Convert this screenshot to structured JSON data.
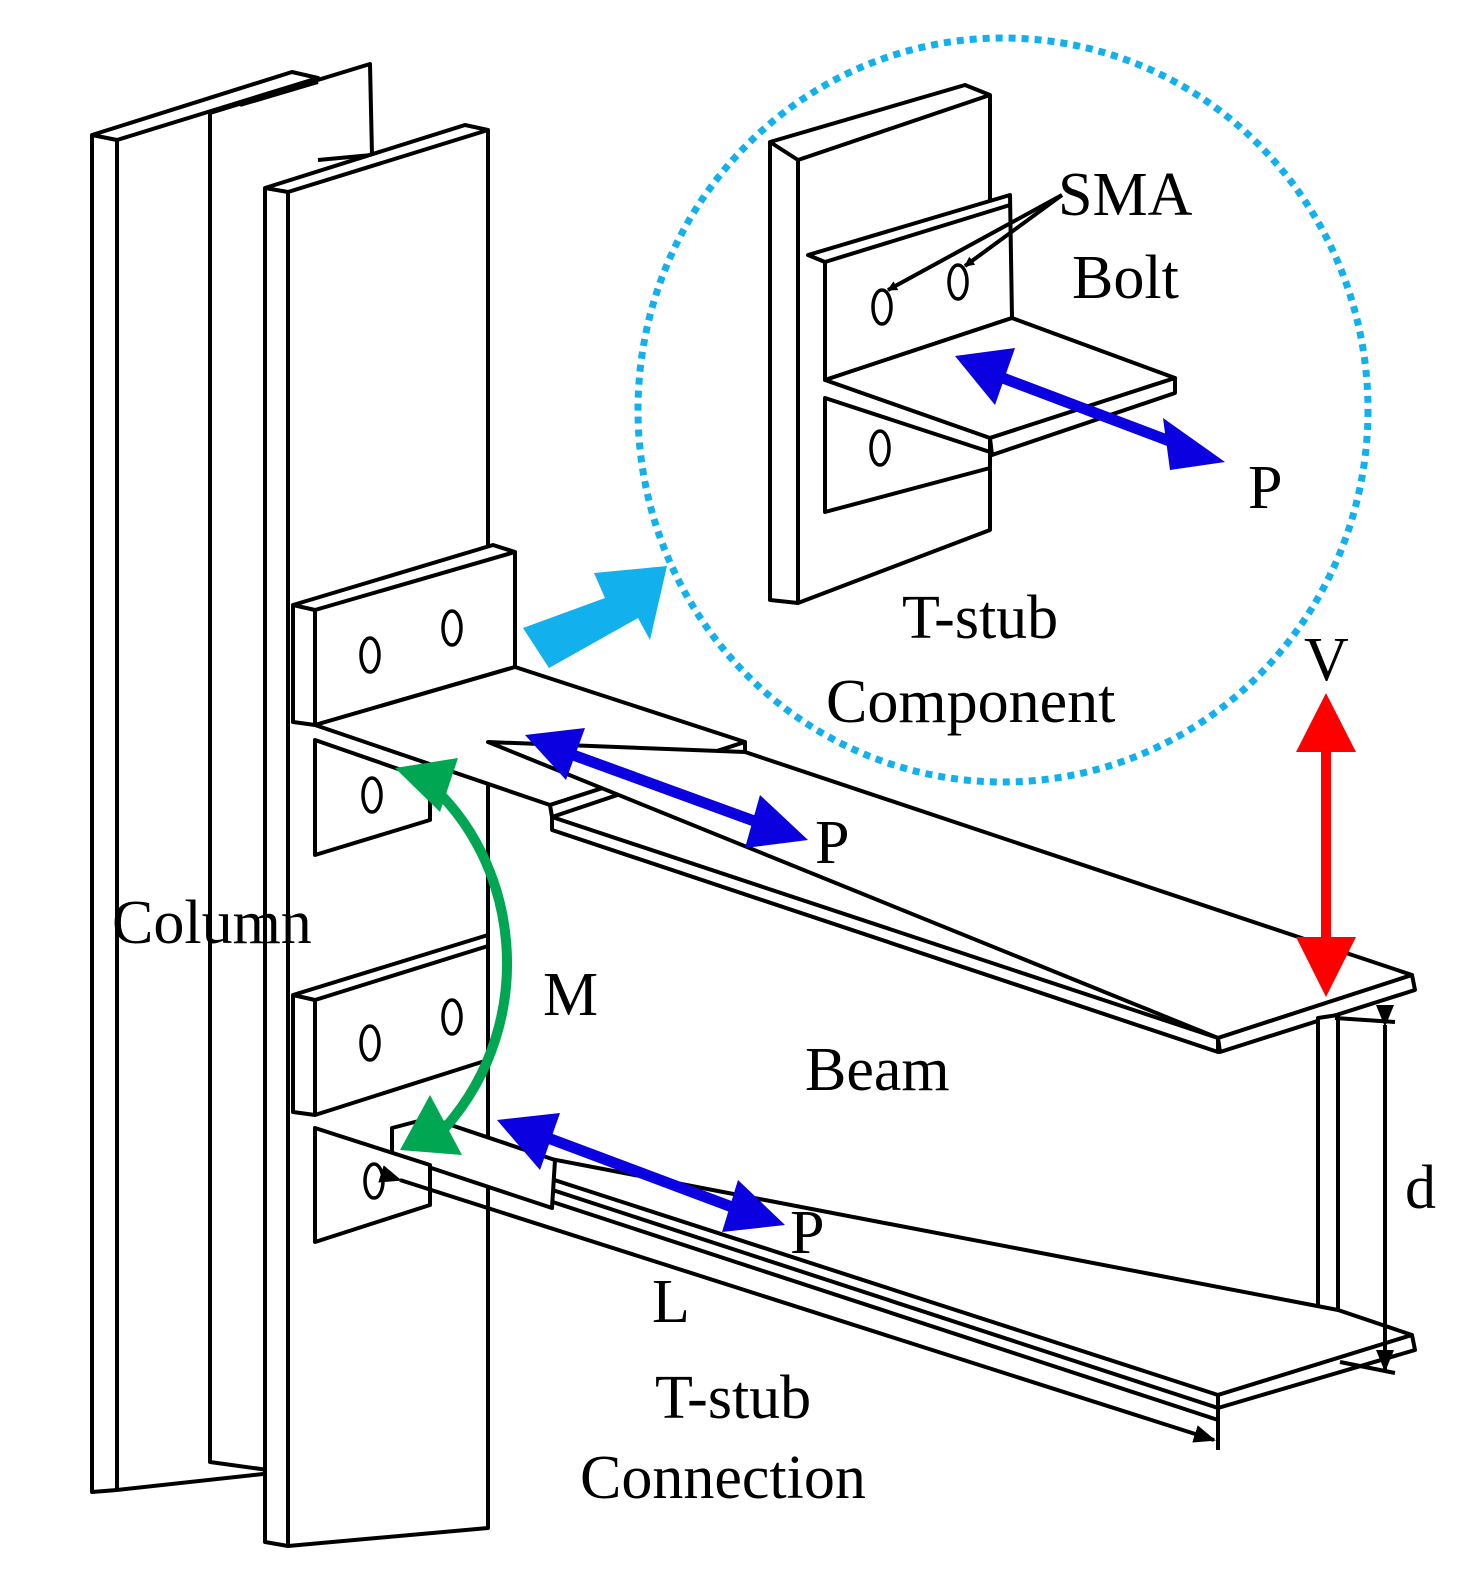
{
  "labels": {
    "sma_bolt_line1": "SMA",
    "sma_bolt_line2": "Bolt",
    "p_detail": "P",
    "component_line1": "T-stub",
    "component_line2": "Component",
    "v": "V",
    "p_top": "P",
    "column": "Column",
    "m": "M",
    "beam": "Beam",
    "d": "d",
    "p_bottom": "P",
    "l": "L",
    "connection_line1": "T-stub",
    "connection_line2": "Connection"
  },
  "colors": {
    "axial_force": "#0a00e0",
    "shear_force": "#ff0000",
    "moment": "#00a651",
    "detail_callout": "#13b0ee",
    "outline": "#000000"
  }
}
